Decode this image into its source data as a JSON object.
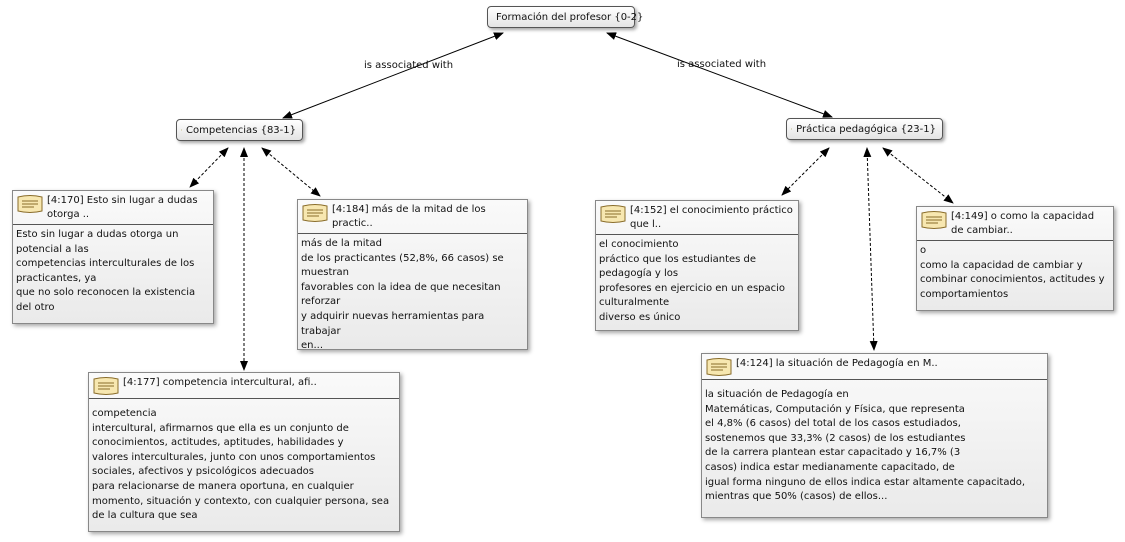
{
  "codes": {
    "formacion": "Formación del profesor {0-2}",
    "competencias": "Competencias {83-1}",
    "practica": "Práctica pedagógica {23-1}"
  },
  "edges": {
    "left_label": "is associated with",
    "right_label": "is associated with"
  },
  "quotes": [
    {
      "title": "[4:170] Esto sin lugar a dudas otorga ..",
      "body": "Esto sin lugar a dudas otorga un\npotencial a las\ncompetencias interculturales de los\npracticantes, ya\nque no solo reconocen la existencia\ndel otro"
    },
    {
      "title": "[4:184] más de la mitad de los practic..",
      "body": "más de la mitad\nde los practicantes (52,8%, 66 casos) se\nmuestran\nfavorables con la idea de que necesitan\nreforzar\ny adquirir nuevas herramientas para trabajar\nen..."
    },
    {
      "title": "[4:177] competencia intercultural, afi..",
      "body": "competencia\nintercultural, afirmarnos que ella es un conjunto de\nconocimientos, actitudes, aptitudes, habilidades y\nvalores interculturales, junto con unos comportamientos\nsociales, afectivos y psicológicos adecuados\npara relacionarse de manera oportuna, en cualquier\nmomento, situación y contexto, con cualquier persona, sea\nde la cultura que sea"
    },
    {
      "title": "[4:152] el conocimiento práctico que l..",
      "body": "el conocimiento\npráctico que los estudiantes de\npedagogía y los\nprofesores en ejercicio en un espacio\nculturalmente\ndiverso es único"
    },
    {
      "title": "[4:149] o como la capacidad de cambiar..",
      "body": "o\ncomo la capacidad de cambiar y\ncombinar conocimientos, actitudes y\ncomportamientos"
    },
    {
      "title": "[4:124] la situación de Pedagogía en M..",
      "body": "la situación de Pedagogía en\nMatemáticas, Computación y Física, que representa\nel 4,8% (6 casos) del total de los casos estudiados,\nsostenemos que 33,3% (2 casos) de los estudiantes\nde la carrera plantean estar capacitado y 16,7% (3\ncasos) indica estar medianamente capacitado, de\nigual forma ninguno de ellos indica estar altamente capacitado,\nmientras que 50% (casos) de ellos..."
    }
  ]
}
